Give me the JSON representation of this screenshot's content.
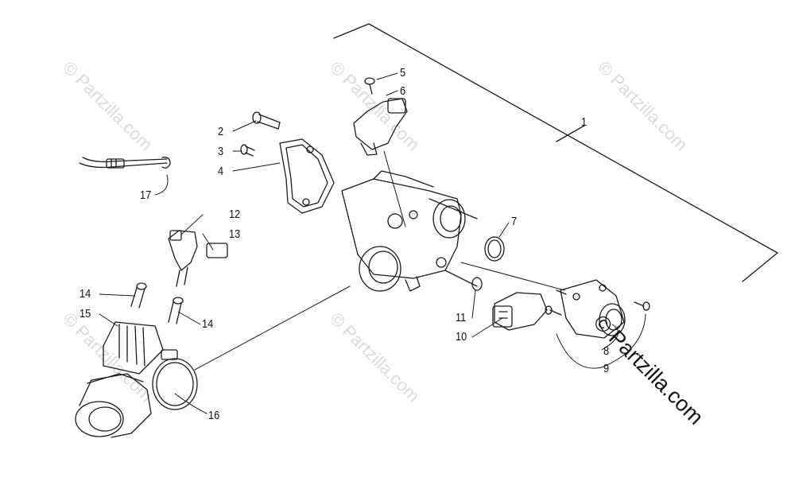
{
  "watermark": "© Partzilla.com",
  "brand_text": "© Partzilla.com",
  "callouts": {
    "c1": "1",
    "c2": "2",
    "c3": "3",
    "c4": "4",
    "c5": "5",
    "c6": "6",
    "c7": "7",
    "c8": "8",
    "c9": "9",
    "c10": "10",
    "c11": "11",
    "c12": "12",
    "c13": "13",
    "c14a": "14",
    "c14b": "14",
    "c15": "15",
    "c16": "16",
    "c17": "17"
  },
  "colors": {
    "line": "#1a1a1a",
    "watermark": "#d9d9d9"
  }
}
